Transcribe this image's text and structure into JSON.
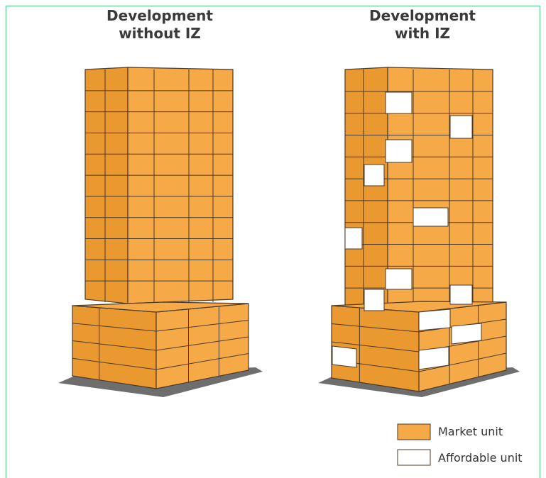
{
  "titles": {
    "left": "Development\nwithout IZ",
    "right": "Development\nwith IZ"
  },
  "legend": {
    "market_label": "Market unit",
    "affordable_label": "Affordable unit"
  },
  "colors": {
    "market": "#f6a947",
    "market_side": "#e9992f",
    "affordable": "#ffffff",
    "grid": "#4a3a2a",
    "ground": "#6e6e6e",
    "border": "#6fd3a5"
  },
  "buildings": {
    "left": {
      "tower_floors": 11,
      "podium_floors": 4,
      "affordable_units": 0
    },
    "right": {
      "tower_floors": 11,
      "podium_floors": 4,
      "affordable_units": 13
    }
  }
}
